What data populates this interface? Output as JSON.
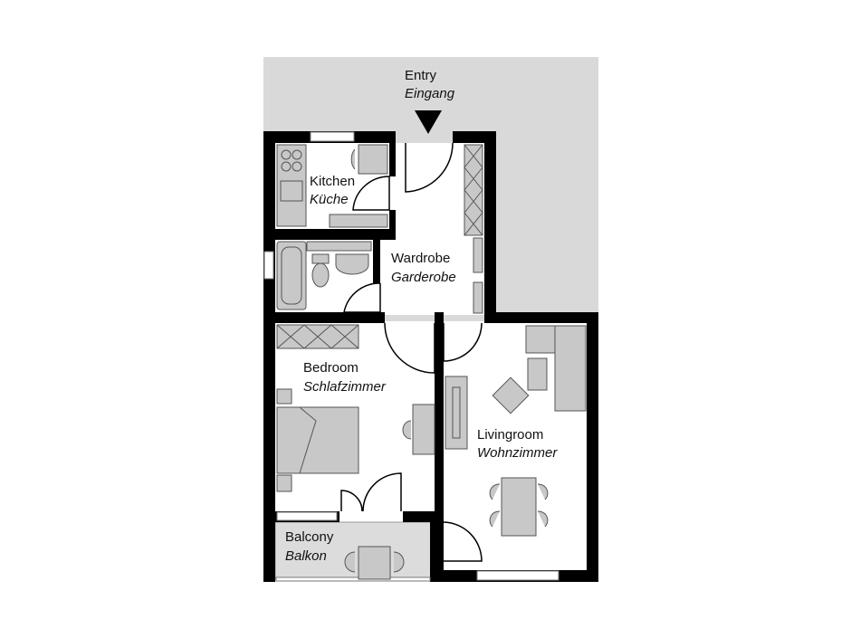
{
  "plan": {
    "entry": {
      "label": "Entry",
      "label_de": "Eingang"
    },
    "rooms": [
      {
        "id": "kitchen",
        "label": "Kitchen",
        "label_de": "Küche"
      },
      {
        "id": "wardrobe",
        "label": "Wardrobe",
        "label_de": "Garderobe"
      },
      {
        "id": "bedroom",
        "label": "Bedroom",
        "label_de": "Schlafzimmer"
      },
      {
        "id": "livingroom",
        "label": "Livingroom",
        "label_de": "Wohnzimmer"
      },
      {
        "id": "balcony",
        "label": "Balcony",
        "label_de": "Balkon"
      }
    ],
    "colors": {
      "walls": "#000000",
      "furniture": "#c8c8c8",
      "exterior": "#d9d9d9",
      "balcony": "#dcdcdc"
    }
  }
}
